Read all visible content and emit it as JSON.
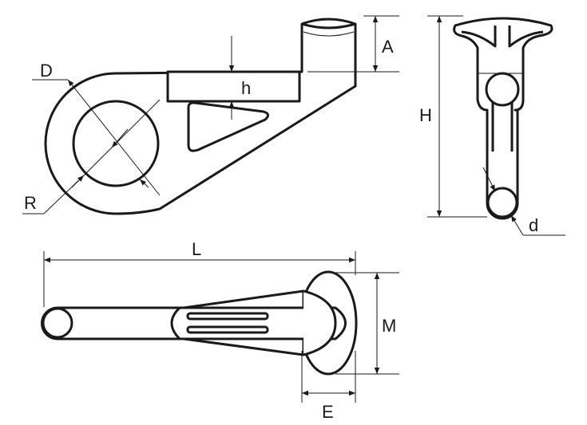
{
  "title": "Hook dimension drawing",
  "labels": {
    "A": "A",
    "h": "h",
    "D": "D",
    "R": "R",
    "H": "H",
    "d": "d",
    "L": "L",
    "M": "M",
    "E": "E"
  },
  "colors": {
    "line": "#1a1a1a",
    "background": "#ffffff"
  }
}
